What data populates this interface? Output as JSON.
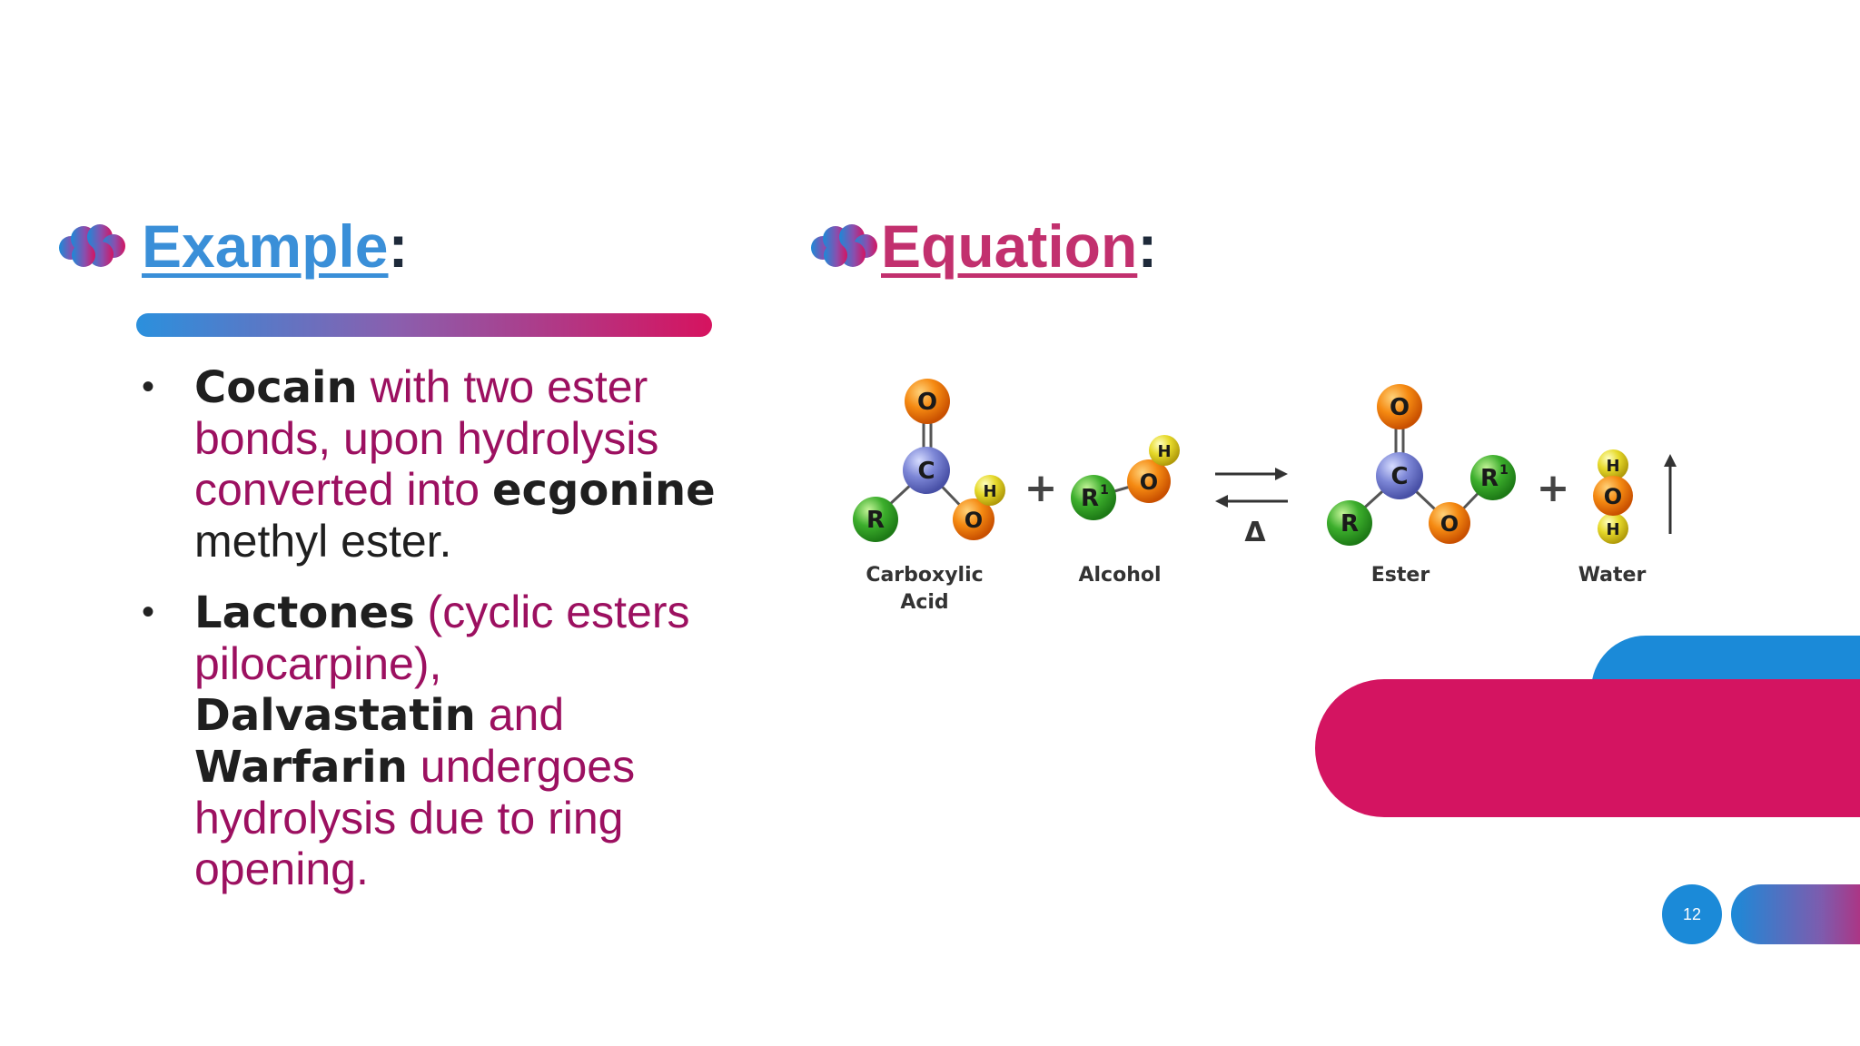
{
  "left_section": {
    "heading": "Example",
    "heading_colon": ":",
    "bullets": [
      {
        "parts": [
          {
            "text": "Cocain",
            "style": "bold"
          },
          {
            "text": " with two ester bonds, upon hydrolysis converted into ",
            "style": "accent"
          },
          {
            "text": "ecgonine",
            "style": "bold"
          },
          {
            "text": " methyl ester.",
            "style": "plain"
          }
        ]
      },
      {
        "parts": [
          {
            "text": " Lactones",
            "style": "bold"
          },
          {
            "text": " (cyclic esters pilocarpine), ",
            "style": "accent"
          },
          {
            "text": "Dalvastatin",
            "style": "bold"
          },
          {
            "text": " and ",
            "style": "accent"
          },
          {
            "text": "Warfarin",
            "style": "bold"
          },
          {
            "text": " undergoes hydrolysis due to ring opening.",
            "style": "accent"
          }
        ]
      }
    ]
  },
  "right_section": {
    "heading": "Equation",
    "heading_colon": ":"
  },
  "diagram": {
    "labels": {
      "carboxylic": "Carboxylic",
      "acid": "Acid",
      "alcohol": "Alcohol",
      "ester": "Ester",
      "water": "Water"
    },
    "atoms": {
      "O": "O",
      "C": "C",
      "H": "H",
      "R": "R",
      "R1": "R"
    },
    "superscript": "1",
    "plus": "+",
    "delta": "Δ"
  },
  "page_number": "12",
  "colors": {
    "blue": "#1b8ad8",
    "pink": "#d41461",
    "accent_text": "#9c1060"
  }
}
